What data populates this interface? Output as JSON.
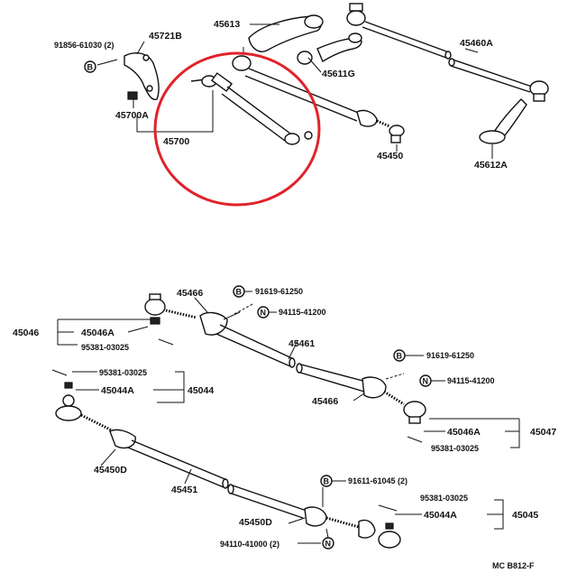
{
  "labels": {
    "p45613": "45613",
    "p45721B": "45721B",
    "p91856": "91856-61030 (2)",
    "p45700A": "45700A",
    "p45700": "45700",
    "p45611G": "45611G",
    "p45460A": "45460A",
    "p45450_top": "45450",
    "p45612A": "45612A",
    "p45466_a": "45466",
    "p91619_a": "91619-61250",
    "p94115_a": "94115-41200",
    "p45046": "45046",
    "p45046A_a": "45046A",
    "p95381_a": "95381-03025",
    "p45461": "45461",
    "p91619_b": "91619-61250",
    "p94115_b": "94115-41200",
    "p95381_b": "95381-03025",
    "p45044A_a": "45044A",
    "p45044": "45044",
    "p45466_b": "45466",
    "p45046A_b": "45046A",
    "p45047": "45047",
    "p95381_c": "95381-03025",
    "p45450D_a": "45450D",
    "p45451": "45451",
    "p91611": "91611-61045 (2)",
    "p95381_d": "95381-03025",
    "p45450D_b": "45450D",
    "p45044A_b": "45044A",
    "p45045": "45045",
    "p94110": "94110-41000 (2)",
    "footer": "MC  B812-F"
  },
  "symbols": {
    "bolt": "B",
    "nut": "N"
  },
  "colors": {
    "highlight": "#e0232b",
    "ink": "#111111"
  }
}
